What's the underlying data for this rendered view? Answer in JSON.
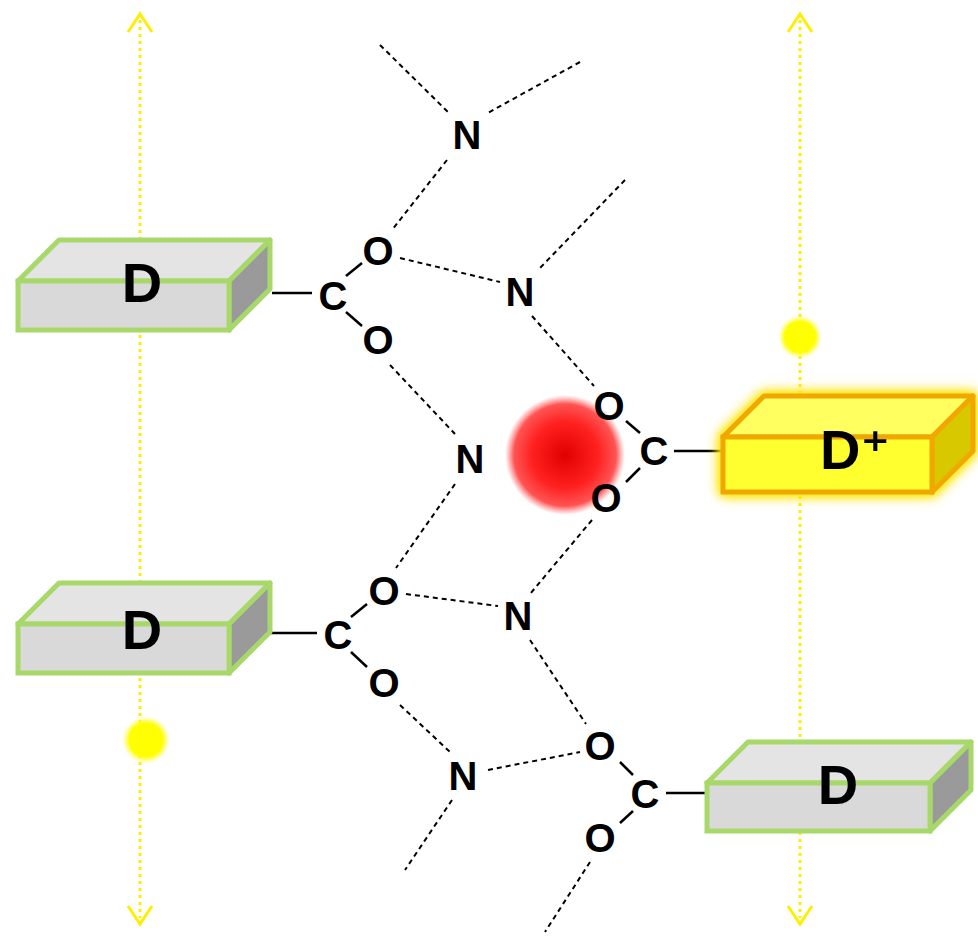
{
  "diagram": {
    "nodes": [
      {
        "text": [
          "D"
        ]
      },
      {
        "text": [
          "D⁺"
        ]
      },
      {
        "text": [
          "D"
        ]
      },
      {
        "text": [
          "D"
        ]
      }
    ],
    "labels": [
      "N",
      "O",
      "N",
      "C",
      "O",
      "O",
      "N",
      "C",
      "O",
      "O",
      "N",
      "C",
      "O",
      "O",
      "N",
      "C",
      "O"
    ]
  }
}
